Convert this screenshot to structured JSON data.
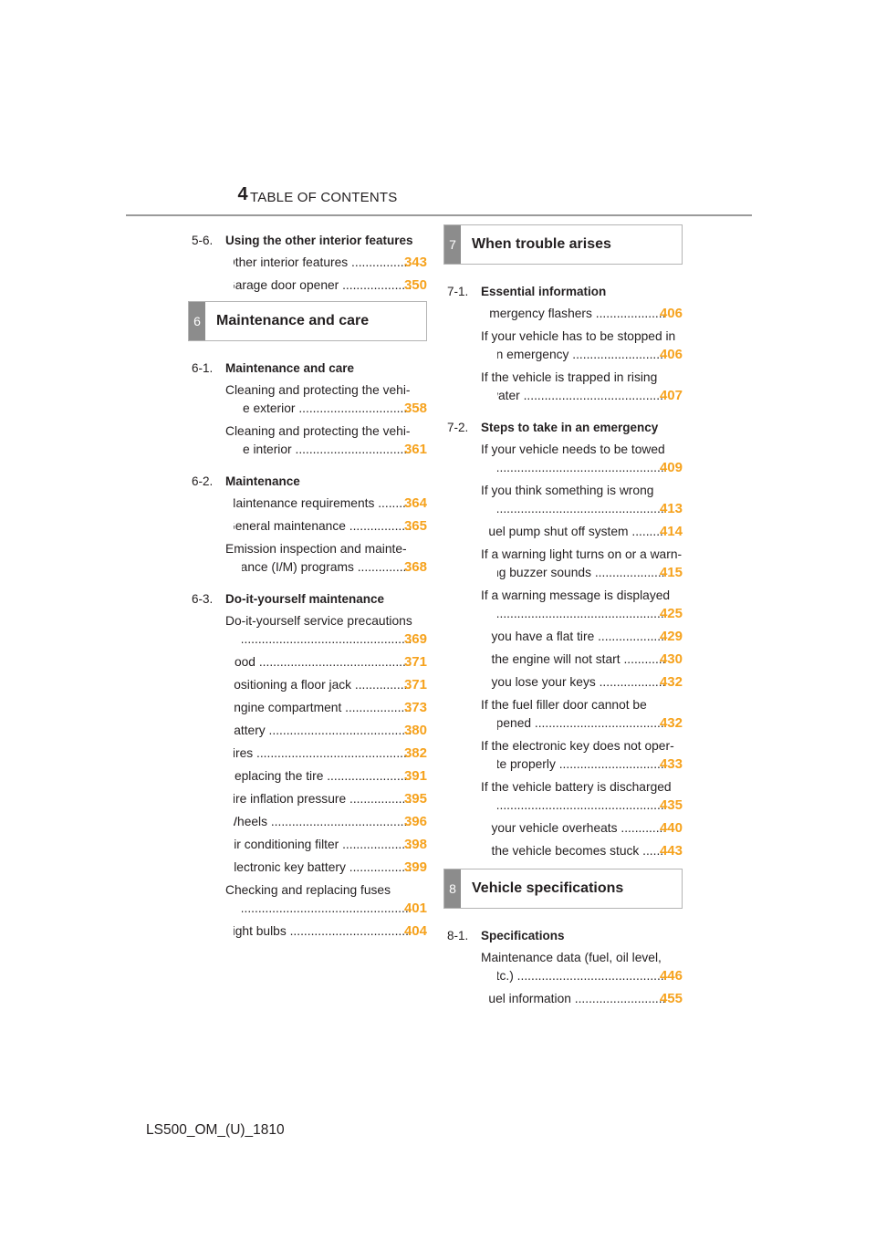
{
  "header": {
    "page_number": "4",
    "title": "TABLE OF CONTENTS"
  },
  "left_column": {
    "s56": {
      "num": "5-6.",
      "title": "Using the other interior features",
      "entries": [
        {
          "label": "Other interior features",
          "page": "343"
        },
        {
          "label": "Garage door opener",
          "page": "350"
        }
      ]
    },
    "chapter6": {
      "num": "6",
      "title": "Maintenance and care"
    },
    "s61": {
      "num": "6-1.",
      "title": "Maintenance and care",
      "entries": [
        {
          "line1": "Cleaning and protecting the vehi-",
          "label": "cle exterior",
          "page": "358"
        },
        {
          "line1": "Cleaning and protecting the vehi-",
          "label": "cle interior",
          "page": "361"
        }
      ]
    },
    "s62": {
      "num": "6-2.",
      "title": "Maintenance",
      "entries": [
        {
          "label": "Maintenance requirements",
          "page": "364"
        },
        {
          "label": "General maintenance",
          "page": "365"
        },
        {
          "line1": "Emission inspection and mainte-",
          "label": "nance (I/M) programs",
          "page": "368"
        }
      ]
    },
    "s63": {
      "num": "6-3.",
      "title": "Do-it-yourself maintenance",
      "entries": [
        {
          "line1": "Do-it-yourself service precautions",
          "label": "",
          "page": "369"
        },
        {
          "label": "Hood",
          "page": "371"
        },
        {
          "label": "Positioning a floor jack",
          "page": "371"
        },
        {
          "label": "Engine compartment",
          "page": "373"
        },
        {
          "label": "Battery",
          "page": "380"
        },
        {
          "label": "Tires",
          "page": "382"
        },
        {
          "label": "Replacing the tire",
          "page": "391"
        },
        {
          "label": "Tire inflation pressure",
          "page": "395"
        },
        {
          "label": "Wheels",
          "page": "396"
        },
        {
          "label": "Air conditioning filter",
          "page": "398"
        },
        {
          "label": "Electronic key battery",
          "page": "399"
        },
        {
          "line1": "Checking and replacing fuses",
          "label": "",
          "page": "401"
        },
        {
          "label": "Light bulbs",
          "page": "404"
        }
      ]
    }
  },
  "right_column": {
    "chapter7": {
      "num": "7",
      "title": "When trouble arises"
    },
    "s71": {
      "num": "7-1.",
      "title": "Essential information",
      "entries": [
        {
          "label": "Emergency flashers",
          "page": "406"
        },
        {
          "line1": "If your vehicle has to be stopped in",
          "label": "an emergency",
          "page": "406"
        },
        {
          "line1": "If the vehicle is trapped in rising",
          "label": "water",
          "page": "407"
        }
      ]
    },
    "s72": {
      "num": "7-2.",
      "title": "Steps to take in an emergency",
      "entries": [
        {
          "line1": "If your vehicle needs to be towed",
          "label": "",
          "page": "409"
        },
        {
          "line1": "If you think something is wrong",
          "label": "",
          "page": "413"
        },
        {
          "label": "Fuel pump shut off system",
          "page": "414"
        },
        {
          "line1": "If a warning light turns on or a warn-",
          "label": "ing buzzer sounds",
          "page": "415"
        },
        {
          "line1": "If a warning message is displayed",
          "label": "",
          "page": "425"
        },
        {
          "label": "If you have a flat tire",
          "page": "429"
        },
        {
          "label": "If the engine will not start",
          "page": "430"
        },
        {
          "label": "If you lose your keys",
          "page": "432"
        },
        {
          "line1": "If the fuel filler door cannot be",
          "label": "opened",
          "page": "432"
        },
        {
          "line1": "If the electronic key does not oper-",
          "label": "ate properly",
          "page": "433"
        },
        {
          "line1": "If the vehicle battery is discharged",
          "label": "",
          "page": "435"
        },
        {
          "label": "If your vehicle overheats",
          "page": "440"
        },
        {
          "label": "If the vehicle becomes stuck",
          "page": "443"
        }
      ]
    },
    "chapter8": {
      "num": "8",
      "title": "Vehicle specifications"
    },
    "s81": {
      "num": "8-1.",
      "title": "Specifications",
      "entries": [
        {
          "line1": "Maintenance data (fuel, oil level,",
          "label": "etc.)",
          "page": "446"
        },
        {
          "label": "Fuel information",
          "page": "455"
        }
      ]
    }
  },
  "footer": {
    "code": "LS500_OM_(U)_1810"
  },
  "colors": {
    "page_number_accent": "#f6a21d",
    "chapter_tab": "#8c8c8c"
  }
}
